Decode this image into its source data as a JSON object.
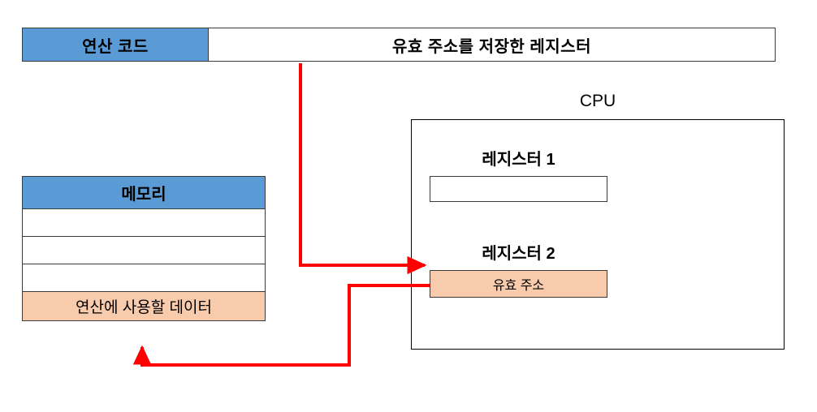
{
  "instruction": {
    "opcode_label": "연산 코드",
    "operand_label": "유효 주소를 저장한 레지스터"
  },
  "memory": {
    "header_label": "메모리",
    "rows": [
      {
        "label": "",
        "kind": "empty"
      },
      {
        "label": "",
        "kind": "empty"
      },
      {
        "label": "",
        "kind": "empty"
      },
      {
        "label": "연산에 사용할 데이터",
        "kind": "data"
      }
    ]
  },
  "cpu": {
    "label": "CPU",
    "register1": {
      "title": "레지스터 1",
      "value": ""
    },
    "register2": {
      "title": "레지스터 2",
      "value": "유효 주소"
    }
  },
  "arrows": [
    {
      "name": "operand-to-register2",
      "from": "instruction-operand-cell",
      "to": "register2-box"
    },
    {
      "name": "register2-to-memory-data",
      "from": "register2-box",
      "to": "memory-data-row"
    }
  ],
  "colors": {
    "accent_blue": "#5B9BD5",
    "accent_peach": "#F8CBAD",
    "arrow_red": "#FF0000",
    "border_dark": "#3A3A3A",
    "border_black": "#000000",
    "background": "#FFFFFF"
  }
}
